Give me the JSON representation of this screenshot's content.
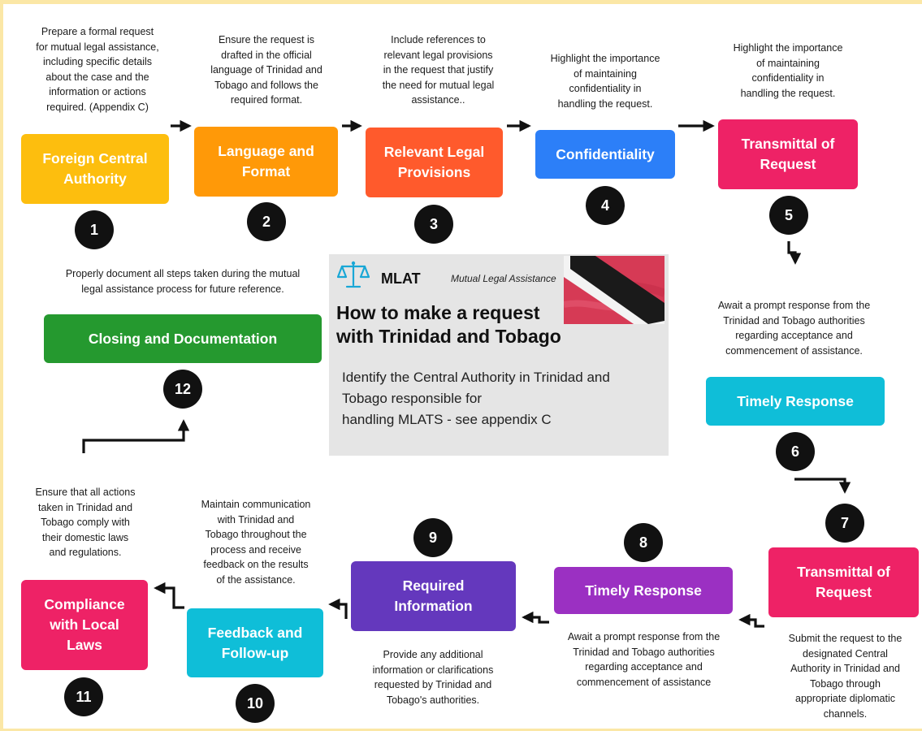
{
  "colors": {
    "yellow": "#fdbe0e",
    "orange": "#ff9908",
    "orange_red": "#ff5a2c",
    "blue": "#2c7ff8",
    "pink": "#ee2266",
    "teal": "#0fbed8",
    "purple": "#9b30c2",
    "violet": "#6438bd",
    "green": "#25992f"
  },
  "steps": [
    {
      "num": "1",
      "title": "Foreign Central\nAuthority",
      "description": "Prepare a formal request\nfor mutual legal assistance,\nincluding specific details\nabout the case and the\ninformation or actions\nrequired. (Appendix C)"
    },
    {
      "num": "2",
      "title": "Language and\nFormat",
      "description": "Ensure the request is\ndrafted in the official\nlanguage of Trinidad and\nTobago and follows the\nrequired format."
    },
    {
      "num": "3",
      "title": "Relevant Legal\nProvisions",
      "description": "Include references to\nrelevant legal provisions\nin the request that justify\nthe need for mutual legal\nassistance.."
    },
    {
      "num": "4",
      "title": "Confidentiality",
      "description": "Highlight the importance\nof maintaining\nconfidentiality in\nhandling the request."
    },
    {
      "num": "5",
      "title": "Transmittal of\nRequest",
      "description": "Highlight the importance\nof maintaining\nconfidentiality in\nhandling the request."
    },
    {
      "num": "6",
      "title": "Timely Response",
      "description": "Await a prompt response from the\nTrinidad and Tobago authorities\nregarding acceptance and\ncommencement of assistance."
    },
    {
      "num": "7",
      "title": "Transmittal of\nRequest",
      "description": "Submit the request to the\ndesignated Central\nAuthority in Trinidad and\nTobago through\nappropriate diplomatic\nchannels."
    },
    {
      "num": "8",
      "title": "Timely Response",
      "description": "Await a prompt response from the\nTrinidad and Tobago authorities\nregarding acceptance and\ncommencement of assistance"
    },
    {
      "num": "9",
      "title": "Required\nInformation",
      "description": "Provide any additional\ninformation or clarifications\nrequested by Trinidad and\nTobago's authorities."
    },
    {
      "num": "10",
      "title": "Feedback and\nFollow-up",
      "description": "Maintain communication\nwith Trinidad and\nTobago throughout the\nprocess and receive\nfeedback on the results\nof the assistance."
    },
    {
      "num": "11",
      "title": "Compliance\nwith Local\nLaws",
      "description": "Ensure that all actions\ntaken in Trinidad and\nTobago comply with\ntheir domestic laws\nand regulations."
    },
    {
      "num": "12",
      "title": "Closing and Documentation",
      "description": "Properly document all steps taken during the mutual\nlegal assistance process for future reference."
    }
  ],
  "center": {
    "mlat": "MLAT",
    "subtitle": "Mutual Legal Assistance",
    "title": "How to make a request\nwith Trinidad and Tobago",
    "body": "Identify the Central Authority in Trinidad and\nTobago responsible for\n handling MLATS - see appendix C",
    "icon": "scale-icon",
    "flag": "trinidad-and-tobago-flag"
  }
}
